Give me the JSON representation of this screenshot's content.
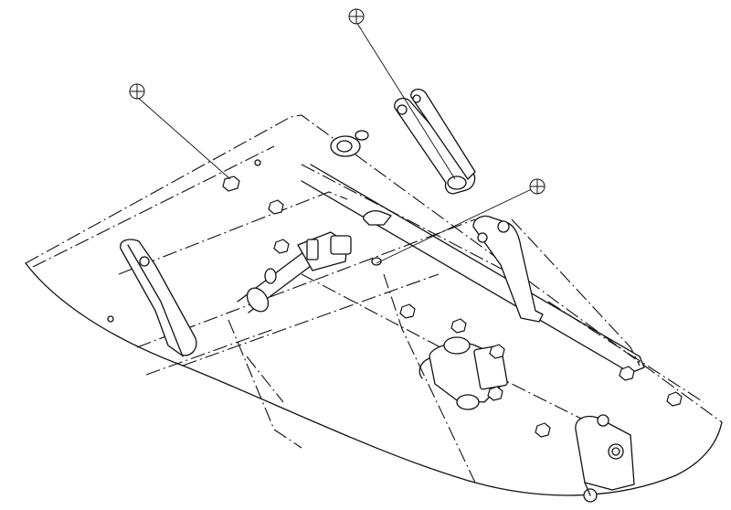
{
  "figure": {
    "kind": "exploded-assembly-drawing",
    "line_color": "#111111",
    "background": "#ffffff"
  },
  "callouts": [
    {
      "id": "callout-top",
      "symbol": "crosshair-circle"
    },
    {
      "id": "callout-left",
      "symbol": "crosshair-circle"
    },
    {
      "id": "callout-right",
      "symbol": "crosshair-circle"
    }
  ]
}
